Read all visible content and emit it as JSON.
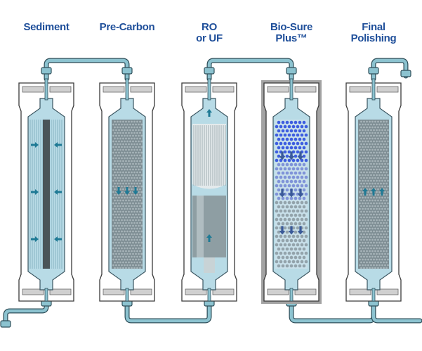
{
  "stages": [
    {
      "line1": "Sediment",
      "line2": "",
      "media": "sediment-pleated",
      "flow": "inward"
    },
    {
      "line1": "Pre-Carbon",
      "line2": "",
      "media": "carbon-granules",
      "flow": "down"
    },
    {
      "line1": "RO",
      "line2": "or UF",
      "media": "membrane",
      "flow": "up"
    },
    {
      "line1": "Bio-Sure",
      "line2": "Plus™",
      "media": "bio-beads",
      "flow": "down"
    },
    {
      "line1": "Final",
      "line2": "Polishing",
      "media": "polishing-granules",
      "flow": "up"
    }
  ],
  "colors": {
    "title": "#1f4f9a",
    "pipe": "#8cc3d0",
    "pipe_stroke": "#2f4f5a",
    "arrow": "#1f7a95",
    "bio_arrow": "#3a5a99",
    "bio_dot": "#3d5de0"
  }
}
